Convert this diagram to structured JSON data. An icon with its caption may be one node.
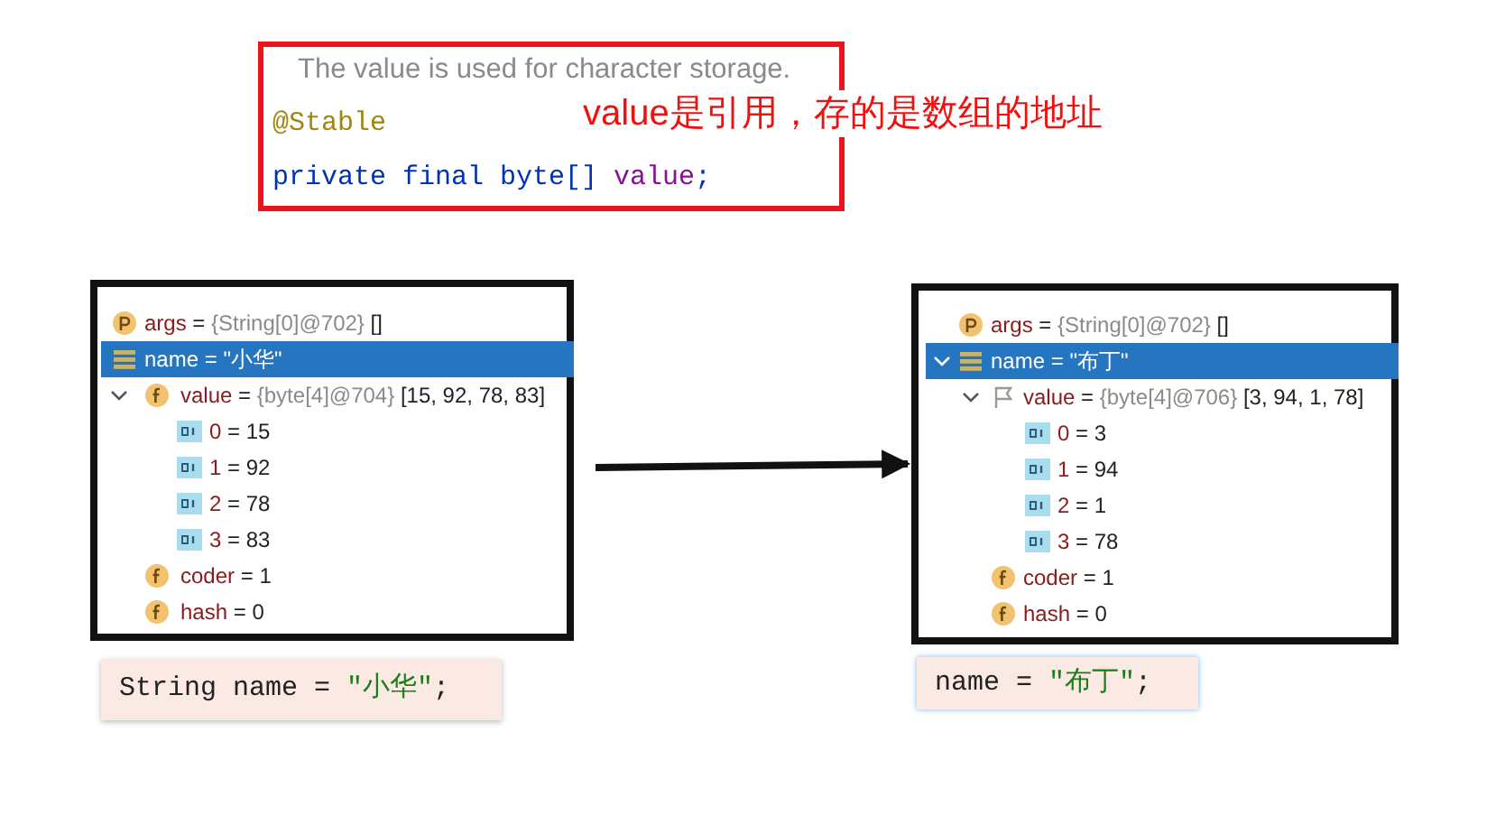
{
  "diagram": {
    "nodes": [
      {
        "text": [
          "The value is used for character storage.",
          "@Stable",
          "private final byte[] value;",
          "value是引用，存的是数组的地址"
        ]
      },
      {
        "text": [
          "args = {String[0]@702} []",
          "name = \"小华\"",
          "value = {byte[4]@704} [15, 92, 78, 83]",
          "0 = 15",
          "1 = 92",
          "2 = 78",
          "3 = 83",
          "coder = 1",
          "hash = 0"
        ]
      },
      {
        "text": [
          "args = {String[0]@702} []",
          "name = \"布丁\"",
          "value = {byte[4]@706} [3, 94, 1, 78]",
          "0 = 3",
          "1 = 94",
          "2 = 1",
          "3 = 78",
          "coder = 1",
          "hash = 0"
        ]
      },
      {
        "text": [
          "String name = \"小华\";"
        ]
      },
      {
        "text": [
          "name = \"布丁\";"
        ]
      }
    ],
    "edges": [
      {
        "from": 1,
        "to": 2,
        "arrow": "to"
      }
    ]
  }
}
